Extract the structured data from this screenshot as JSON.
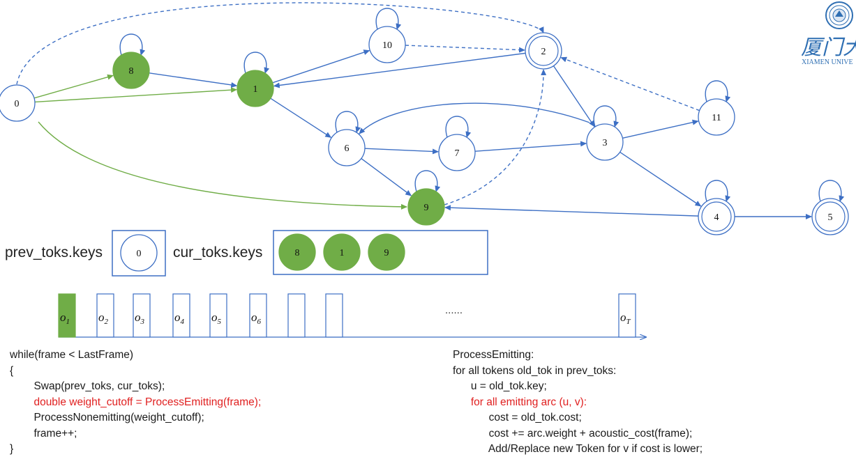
{
  "logo": {
    "chinese": "厦门大",
    "english": "XIAMEN UNIVE",
    "seal_color": "#2f6fb3"
  },
  "colors": {
    "edge": "#3d6fc4",
    "active_edge": "#70ad47",
    "active_node": "#70ad47",
    "highlight_text": "#e02020"
  },
  "graph": {
    "nodes": [
      {
        "id": "0",
        "label": "0",
        "active": false,
        "final": false,
        "self_loop": false
      },
      {
        "id": "1",
        "label": "1",
        "active": true,
        "final": false,
        "self_loop": true
      },
      {
        "id": "2",
        "label": "2",
        "active": false,
        "final": true,
        "self_loop": false
      },
      {
        "id": "3",
        "label": "3",
        "active": false,
        "final": false,
        "self_loop": true
      },
      {
        "id": "4",
        "label": "4",
        "active": false,
        "final": true,
        "self_loop": true
      },
      {
        "id": "5",
        "label": "5",
        "active": false,
        "final": true,
        "self_loop": true
      },
      {
        "id": "6",
        "label": "6",
        "active": false,
        "final": false,
        "self_loop": true
      },
      {
        "id": "7",
        "label": "7",
        "active": false,
        "final": false,
        "self_loop": true
      },
      {
        "id": "8",
        "label": "8",
        "active": true,
        "final": false,
        "self_loop": true
      },
      {
        "id": "9",
        "label": "9",
        "active": true,
        "final": false,
        "self_loop": true
      },
      {
        "id": "10",
        "label": "10",
        "active": false,
        "final": false,
        "self_loop": true
      },
      {
        "id": "11",
        "label": "11",
        "active": false,
        "final": false,
        "self_loop": true
      }
    ],
    "edges": [
      {
        "from": "0",
        "to": "8",
        "style": "active"
      },
      {
        "from": "0",
        "to": "1",
        "style": "active"
      },
      {
        "from": "0",
        "to": "9",
        "style": "active"
      },
      {
        "from": "0",
        "to": "2",
        "style": "dashed"
      },
      {
        "from": "8",
        "to": "1",
        "style": "solid"
      },
      {
        "from": "1",
        "to": "10",
        "style": "solid"
      },
      {
        "from": "1",
        "to": "6",
        "style": "solid"
      },
      {
        "from": "10",
        "to": "2",
        "style": "dashed"
      },
      {
        "from": "2",
        "to": "1",
        "style": "solid"
      },
      {
        "from": "2",
        "to": "3",
        "style": "solid"
      },
      {
        "from": "11",
        "to": "2",
        "style": "dashed"
      },
      {
        "from": "3",
        "to": "6",
        "style": "solid"
      },
      {
        "from": "6",
        "to": "7",
        "style": "solid"
      },
      {
        "from": "6",
        "to": "9",
        "style": "solid"
      },
      {
        "from": "7",
        "to": "3",
        "style": "solid"
      },
      {
        "from": "3",
        "to": "11",
        "style": "solid"
      },
      {
        "from": "3",
        "to": "4",
        "style": "solid"
      },
      {
        "from": "9",
        "to": "2",
        "style": "dashed"
      },
      {
        "from": "4",
        "to": "9",
        "style": "solid"
      },
      {
        "from": "4",
        "to": "5",
        "style": "solid"
      }
    ]
  },
  "prev_toks": {
    "label": "prev_toks.keys",
    "keys": [
      "0"
    ]
  },
  "cur_toks": {
    "label": "cur_toks.keys",
    "keys": [
      "8",
      "1",
      "9"
    ]
  },
  "frames": {
    "items": [
      {
        "base": "o",
        "sub": "1",
        "active": true
      },
      {
        "base": "o",
        "sub": "2",
        "active": false
      },
      {
        "base": "o",
        "sub": "3",
        "active": false
      },
      {
        "base": "o",
        "sub": "4",
        "active": false
      },
      {
        "base": "o",
        "sub": "5",
        "active": false
      },
      {
        "base": "o",
        "sub": "6",
        "active": false
      },
      {
        "base": "",
        "sub": "",
        "active": false
      },
      {
        "base": "",
        "sub": "",
        "active": false
      },
      {
        "base": "o",
        "sub": "T",
        "active": false
      }
    ],
    "ellipsis": "......"
  },
  "code_left": {
    "lines": [
      {
        "text": "while(frame < LastFrame)",
        "highlight": false
      },
      {
        "text": "{",
        "highlight": false
      },
      {
        "text": "        Swap(prev_toks, cur_toks);",
        "highlight": false
      },
      {
        "text": "        double weight_cutoff = ProcessEmitting(frame);",
        "highlight": true
      },
      {
        "text": "        ProcessNonemitting(weight_cutoff);",
        "highlight": false
      },
      {
        "text": "        frame++;",
        "highlight": false
      },
      {
        "text": "}",
        "highlight": false
      }
    ]
  },
  "code_right": {
    "lines": [
      {
        "text": "ProcessEmitting:",
        "highlight": false
      },
      {
        "text": "for all tokens old_tok in prev_toks:",
        "highlight": false
      },
      {
        "text": "      u = old_tok.key;",
        "highlight": false
      },
      {
        "text": "      for all emitting arc (u, v):",
        "highlight": true
      },
      {
        "text": "            cost = old_tok.cost;",
        "highlight": false
      },
      {
        "text": "            cost += arc.weight + acoustic_cost(frame);",
        "highlight": false
      },
      {
        "text": "            Add/Replace new Token for v if cost is lower;",
        "highlight": false
      }
    ]
  }
}
